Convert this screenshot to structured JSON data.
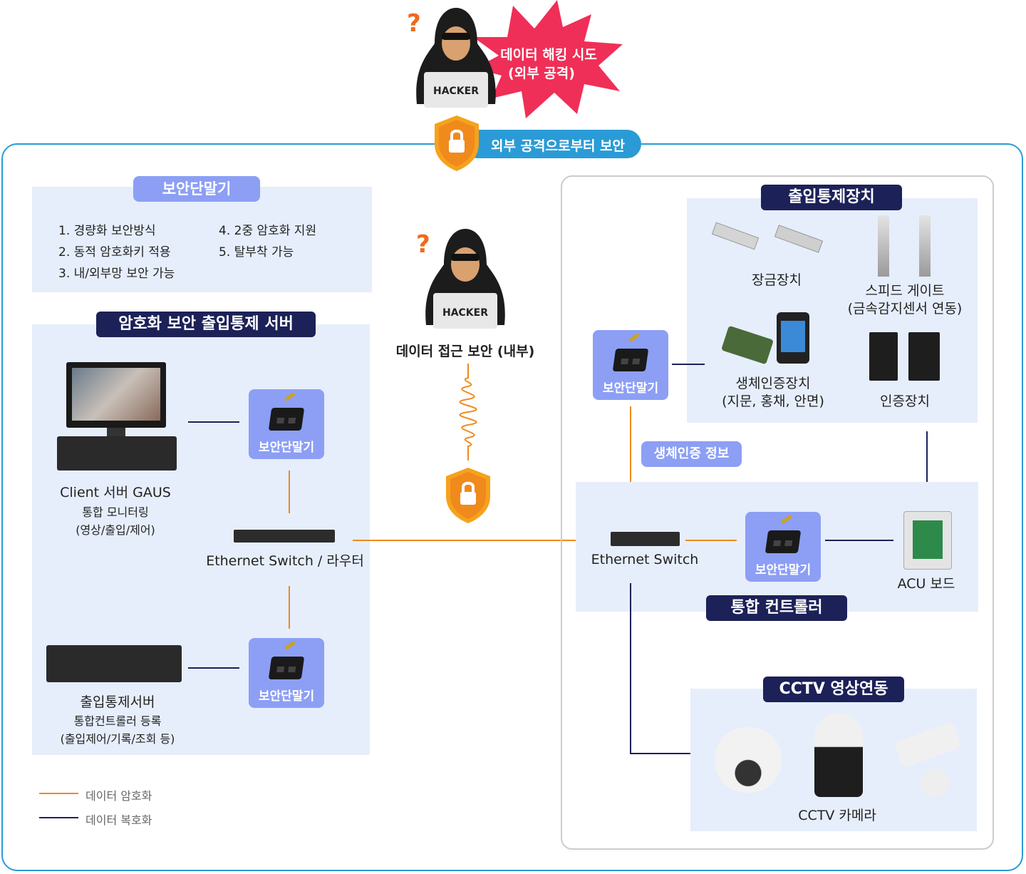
{
  "top": {
    "hacker_label": "HACKER",
    "burst_line1": "데이터 해킹 시도",
    "burst_line2": "(외부 공격)",
    "external_security": "외부 공격으로부터 보안"
  },
  "terminal_info": {
    "title": "보안단말기",
    "features": [
      "1. 경량화 보안방식",
      "2. 동적 암호화키 적용",
      "3. 내/외부망 보안 가능",
      "4. 2중 암호화 지원",
      "5. 탈부착 가능"
    ]
  },
  "server_panel": {
    "title": "암호화 보안 출입통제 서버",
    "client": {
      "name": "Client 서버 GAUS",
      "sub1": "통합 모니터링",
      "sub2": "(영상/출입/제어)"
    },
    "access_server": {
      "name": "출입통제서버",
      "sub1": "통합컨트롤러 등록",
      "sub2": "(출입제어/기록/조회 등)"
    },
    "switch_label": "Ethernet Switch / 라우터",
    "terminal_label": "보안단말기"
  },
  "middle": {
    "hacker_label": "HACKER",
    "internal_security": "데이터 접근 보안 (내부)"
  },
  "access_control": {
    "title": "출입통제장치",
    "lock": "장금장치",
    "gate_line1": "스피드 게이트",
    "gate_line2": "(금속감지센서 연동)",
    "bio_line1": "생체인증장치",
    "bio_line2": "(지문, 홍채, 안면)",
    "auth": "인증장치",
    "terminal_label": "보안단말기"
  },
  "bio_info": "생체인증 정보",
  "controller": {
    "title": "통합 컨트롤러",
    "switch_label": "Ethernet Switch",
    "terminal_label": "보안단말기",
    "acu": "ACU 보드"
  },
  "cctv": {
    "title": "CCTV 영상연동",
    "label": "CCTV 카메라"
  },
  "legend": {
    "encrypt": "데이터 암호화",
    "decrypt": "데이터 복호화"
  },
  "colors": {
    "encrypt": "#f08a1c",
    "decrypt": "#1c2158",
    "panel": "#e6eefc",
    "terminal": "#8c9ff5",
    "frame": "#2a9bd6"
  }
}
